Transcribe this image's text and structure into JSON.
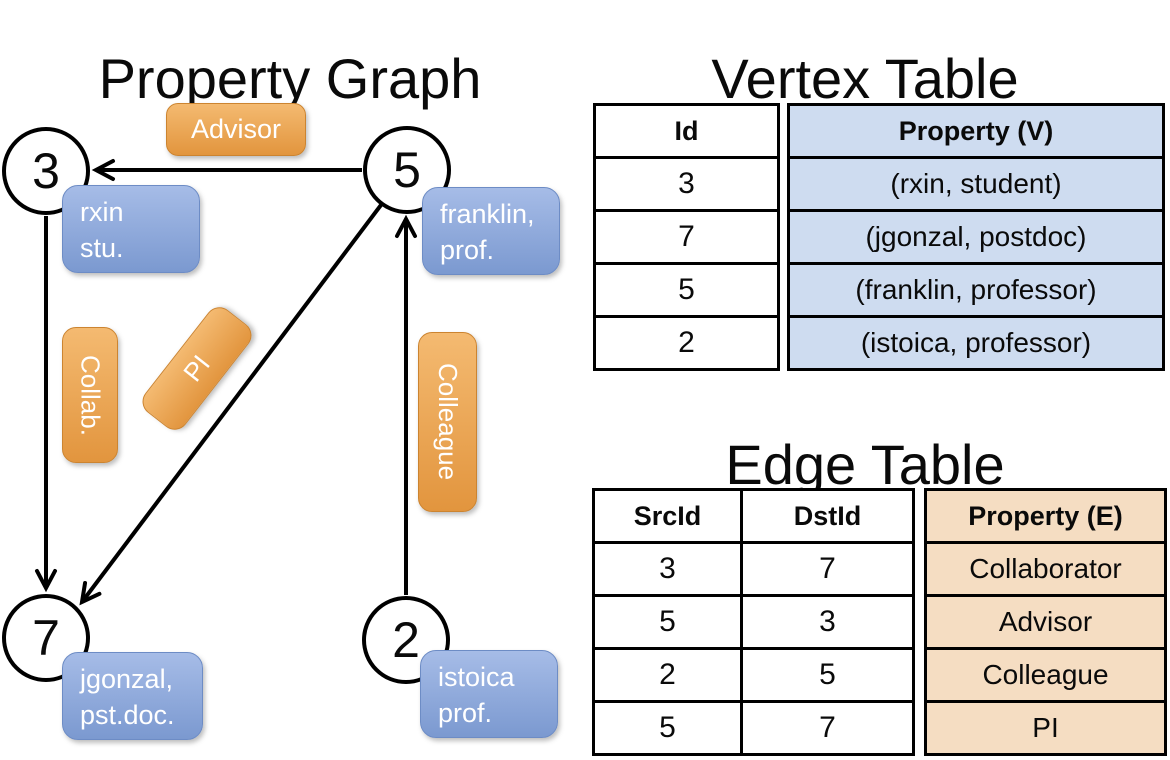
{
  "graph": {
    "title": "Property Graph",
    "nodes": [
      {
        "id": "3",
        "property": [
          "rxin",
          "stu."
        ]
      },
      {
        "id": "5",
        "property": [
          "franklin,",
          "prof."
        ]
      },
      {
        "id": "7",
        "property": [
          "jgonzal,",
          "pst.doc."
        ]
      },
      {
        "id": "2",
        "property": [
          "istoica",
          "prof."
        ]
      }
    ],
    "edges": [
      {
        "label": "Advisor",
        "from": "5",
        "to": "3"
      },
      {
        "label": "Collab.",
        "from": "3",
        "to": "7"
      },
      {
        "label": "PI",
        "from": "5",
        "to": "7"
      },
      {
        "label": "Colleague",
        "from": "2",
        "to": "5"
      }
    ]
  },
  "vertex_table": {
    "title": "Vertex Table",
    "columns": [
      "Id",
      "Property (V)"
    ],
    "rows": [
      [
        "3",
        "(rxin, student)"
      ],
      [
        "7",
        "(jgonzal, postdoc)"
      ],
      [
        "5",
        "(franklin, professor)"
      ],
      [
        "2",
        "(istoica, professor)"
      ]
    ]
  },
  "edge_table": {
    "title": "Edge Table",
    "columns": [
      "SrcId",
      "DstId",
      "Property (E)"
    ],
    "rows": [
      [
        "3",
        "7",
        "Collaborator"
      ],
      [
        "5",
        "3",
        "Advisor"
      ],
      [
        "2",
        "5",
        "Colleague"
      ],
      [
        "5",
        "7",
        "PI"
      ]
    ]
  },
  "colors": {
    "orange_top": "#F4BA71",
    "orange_bottom": "#E2953E",
    "orange_border": "#CC8430",
    "blue_top": "#A6BCE7",
    "blue_bottom": "#7B99D0",
    "blue_border": "#6D8CC5",
    "vertex_cell": "#CEDCF0",
    "edge_cell": "#F5DDC2",
    "line": "#000000"
  }
}
